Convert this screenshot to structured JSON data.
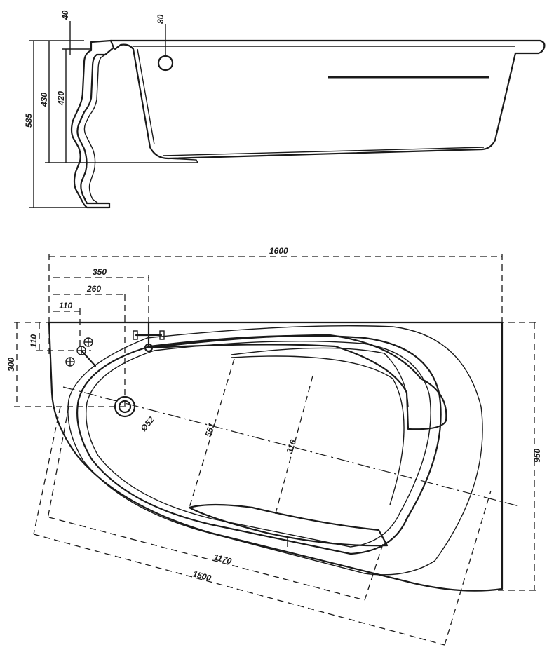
{
  "side_view": {
    "dims": {
      "rim": "40",
      "drain_diameter": "80",
      "total_height": "585",
      "height_a": "430",
      "height_b": "420"
    }
  },
  "plan_view": {
    "dims": {
      "overall_length": "1600",
      "tap_offset": "350",
      "tap_center": "260",
      "drain_offset": "110",
      "drain_side": "110",
      "drain_depth": "300",
      "inner_width_a": "551",
      "inner_width_b": "316",
      "overall_width": "950",
      "inner_length": "1170",
      "outer_length": "1500",
      "drain_hole": "Ø52"
    }
  }
}
